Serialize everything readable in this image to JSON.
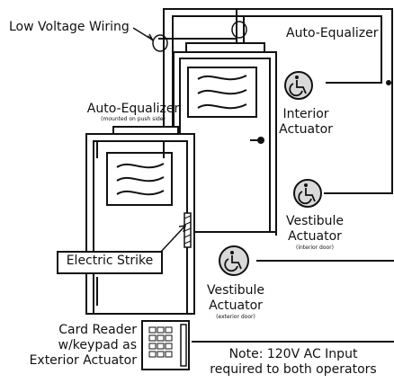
{
  "labels": {
    "low_voltage_wiring": "Low Voltage Wiring",
    "auto_equalizer_top": "Auto-Equalizer",
    "auto_equalizer_left": "Auto-Equalizer",
    "auto_equalizer_left_note": "(mounted on push side)",
    "interior_actuator_line1": "Interior",
    "interior_actuator_line2": "Actuator",
    "vestibule_actuator_line1": "Vestibule",
    "vestibule_actuator_line2": "Actuator",
    "vestibule_actuator_note": "(interior door)",
    "vestibule_ext_line1": "Vestibule",
    "vestibule_ext_line2": "Actuator",
    "vestibule_ext_note": "(exterior door)",
    "electric_strike": "Electric Strike",
    "card_reader_line1": "Card Reader",
    "card_reader_line2": "w/keypad as",
    "card_reader_line3": "Exterior Actuator",
    "note_line1": "Note: 120V AC Input",
    "note_line2": "required to both operators"
  },
  "icons": {
    "wheelchair": "wheelchair-icon"
  },
  "colors": {
    "line": "#111111",
    "actuator_fill": "#d9d9d9",
    "background": "#ffffff"
  }
}
